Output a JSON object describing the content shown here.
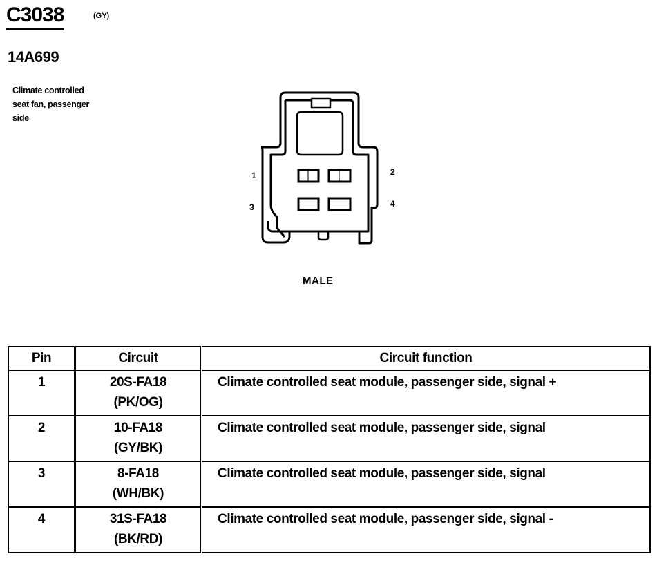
{
  "header": {
    "connector_id": "C3038",
    "connector_color": "(GY)",
    "part_number": "14A699",
    "description_lines": [
      "Climate controlled",
      "seat fan, passenger",
      "side"
    ]
  },
  "diagram": {
    "pin_labels": [
      "1",
      "2",
      "3",
      "4"
    ],
    "view_label": "MALE"
  },
  "table": {
    "headers": [
      "Pin",
      "Circuit",
      "Circuit function"
    ],
    "rows": [
      {
        "pin": "1",
        "circuit": "20S-FA18",
        "color": "(PK/OG)",
        "function": "Climate controlled seat module, passenger side, signal +"
      },
      {
        "pin": "2",
        "circuit": "10-FA18",
        "color": "(GY/BK)",
        "function": "Climate controlled seat module, passenger side, signal"
      },
      {
        "pin": "3",
        "circuit": "8-FA18",
        "color": "(WH/BK)",
        "function": "Climate controlled seat module, passenger side, signal"
      },
      {
        "pin": "4",
        "circuit": "31S-FA18",
        "color": "(BK/RD)",
        "function": "Climate controlled seat module, passenger side, signal -"
      }
    ]
  }
}
